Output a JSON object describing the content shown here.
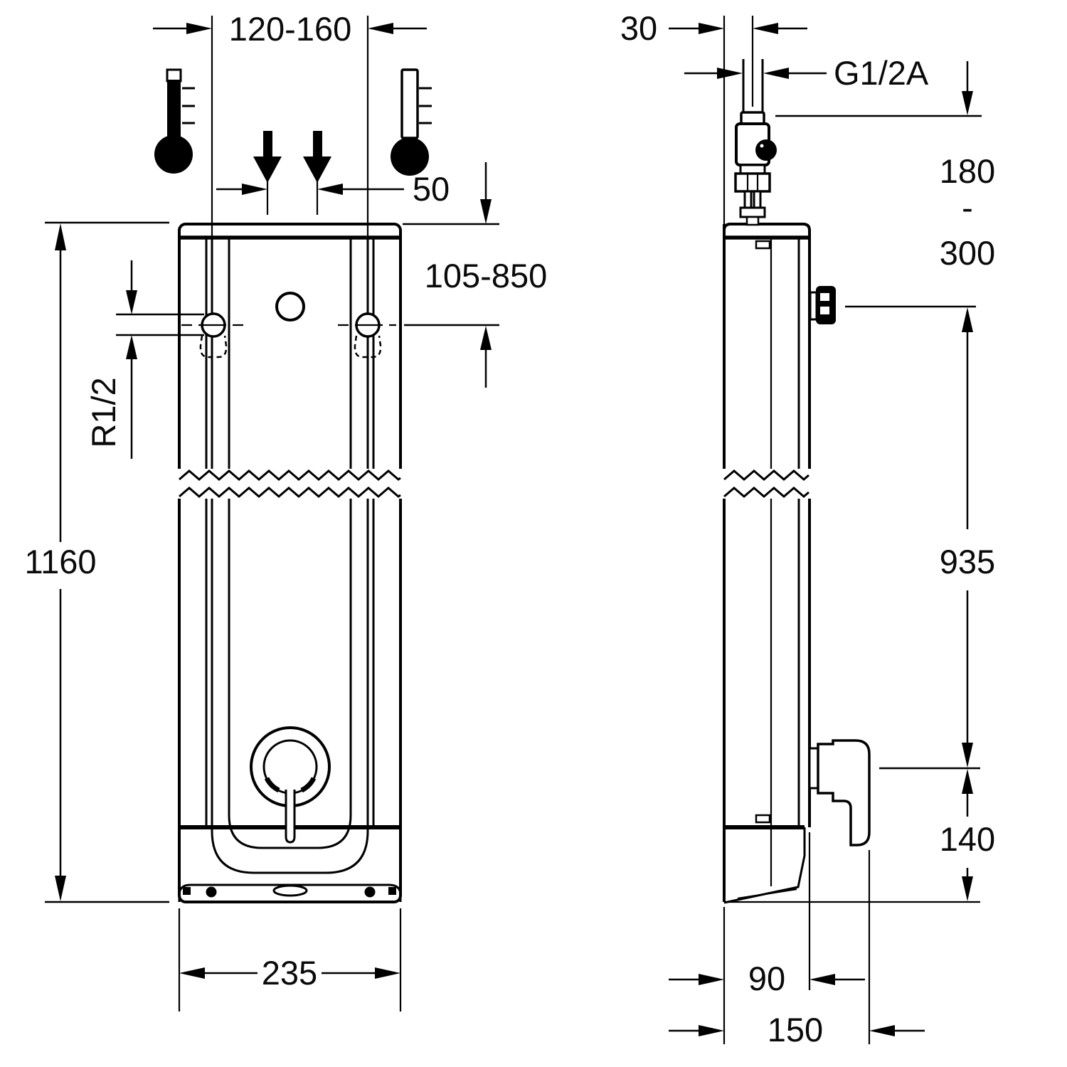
{
  "drawing": {
    "kind": "technical-dimension-drawing",
    "colors": {
      "line": "#000000",
      "background": "#ffffff"
    },
    "front": {
      "dims": {
        "width_range": "120-160",
        "inlet_spacing": "50",
        "mount_height": "105-850",
        "rear_thread": "R1/2",
        "total_height": "1160",
        "panel_width": "235"
      },
      "icons": [
        "thermometer-hot-icon",
        "flow-arrow-icon",
        "flow-arrow-icon",
        "thermometer-cold-icon"
      ]
    },
    "side": {
      "dims": {
        "pipe_offset": "30",
        "top_thread": "G1/2A",
        "range_min": "180",
        "range_sep": "-",
        "range_max": "300",
        "valve_to_handle": "935",
        "handle_to_bottom": "140",
        "depth_front": "90",
        "depth_total": "150"
      }
    }
  }
}
